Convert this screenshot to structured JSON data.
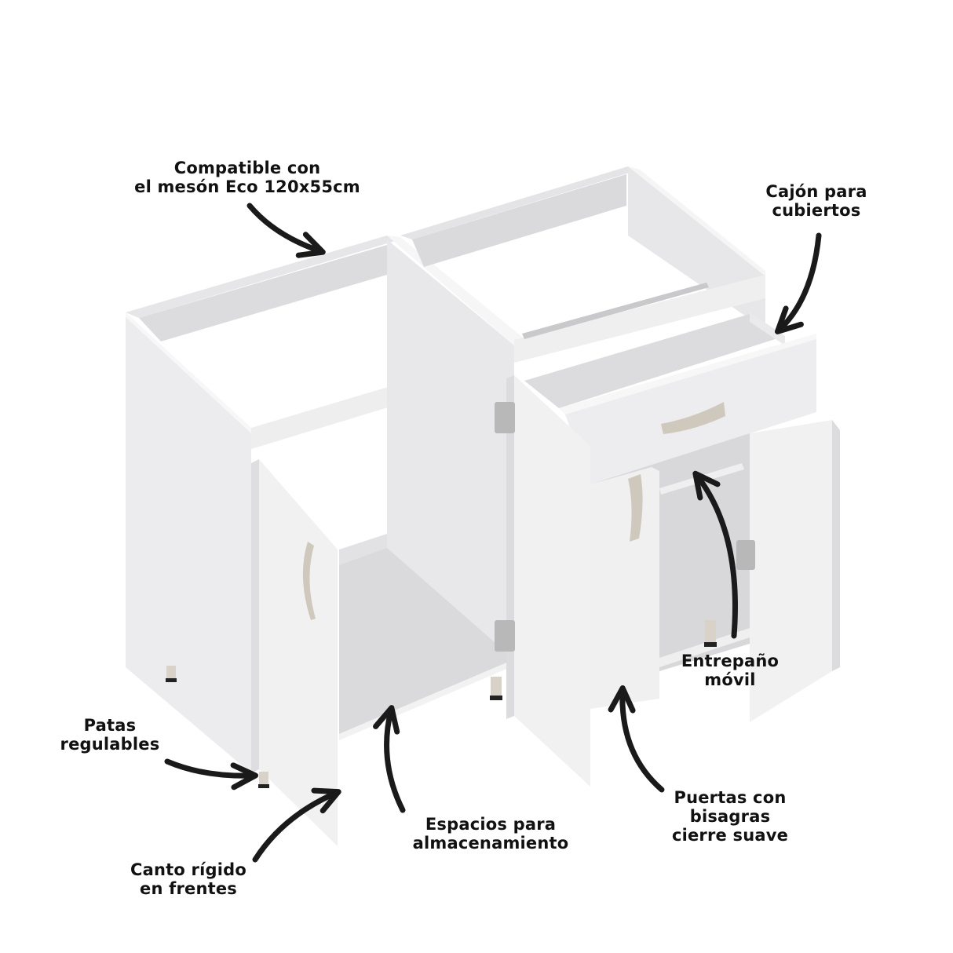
{
  "diagram": {
    "subject": "Mueble bajo de cocina con 3 puertas y 1 cajón",
    "colors": {
      "background": "#ffffff",
      "panel_light": "#f2f2f3",
      "panel_mid": "#e3e3e5",
      "panel_shadow": "#cfcfd2",
      "interior": "#d9d9dc",
      "handle": "#cfc8bc",
      "leg": "#d8d2c8",
      "leg_foot": "#222222",
      "hinge": "#b8b8b8",
      "arrow": "#1a1a1a",
      "text": "#111111"
    },
    "callouts": [
      {
        "id": "countertop",
        "lines": [
          "Compatible con",
          "el mesón Eco 120x55cm"
        ]
      },
      {
        "id": "drawer",
        "lines": [
          "Cajón para",
          "cubiertos"
        ]
      },
      {
        "id": "shelf",
        "lines": [
          "Entrepaño",
          "móvil"
        ]
      },
      {
        "id": "legs",
        "lines": [
          "Patas",
          "regulables"
        ]
      },
      {
        "id": "edge",
        "lines": [
          "Canto rígido",
          "en frentes"
        ]
      },
      {
        "id": "storage",
        "lines": [
          "Espacios para",
          "almacenamiento"
        ]
      },
      {
        "id": "hinges",
        "lines": [
          "Puertas con",
          "bisagras",
          "cierre suave"
        ]
      }
    ]
  }
}
